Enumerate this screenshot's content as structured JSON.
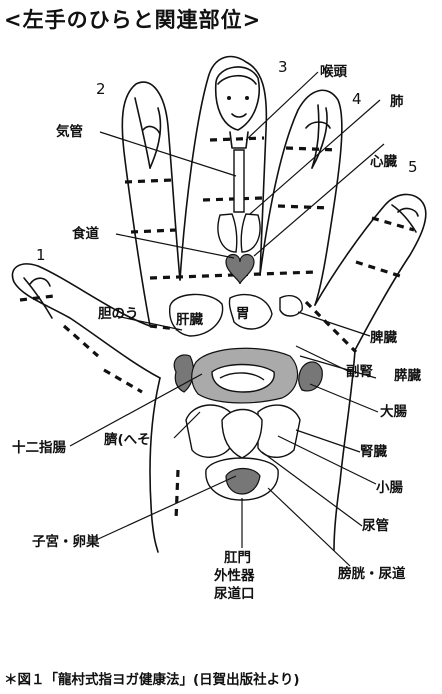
{
  "title": "<左手のひらと関連部位>",
  "fingers": [
    "1",
    "2",
    "3",
    "4",
    "5"
  ],
  "labels": {
    "koutou": "喉頭",
    "hai": "肺",
    "kikan": "気管",
    "shinzou": "心臓",
    "shokudou": "食道",
    "tannou": "胆のう",
    "kanzou": "肝臓",
    "i": "胃",
    "hizou": "脾臓",
    "fukujin": "副腎",
    "suizou": "膵臓",
    "daichou": "大腸",
    "juunishichou": "十二指腸",
    "heso": "臍(へそ",
    "jinzou": "腎臓",
    "shouchou": "小腸",
    "nyoukan": "尿管",
    "shikyuu": "子宮・卵巣",
    "koumon": "肛門",
    "gaiseiki": "外性器",
    "nyoudouguchi": "尿道口",
    "boukou": "膀胱・尿道"
  },
  "caption": "＊図１「龍村式指ヨガ健康法」(日賀出版社より)"
}
